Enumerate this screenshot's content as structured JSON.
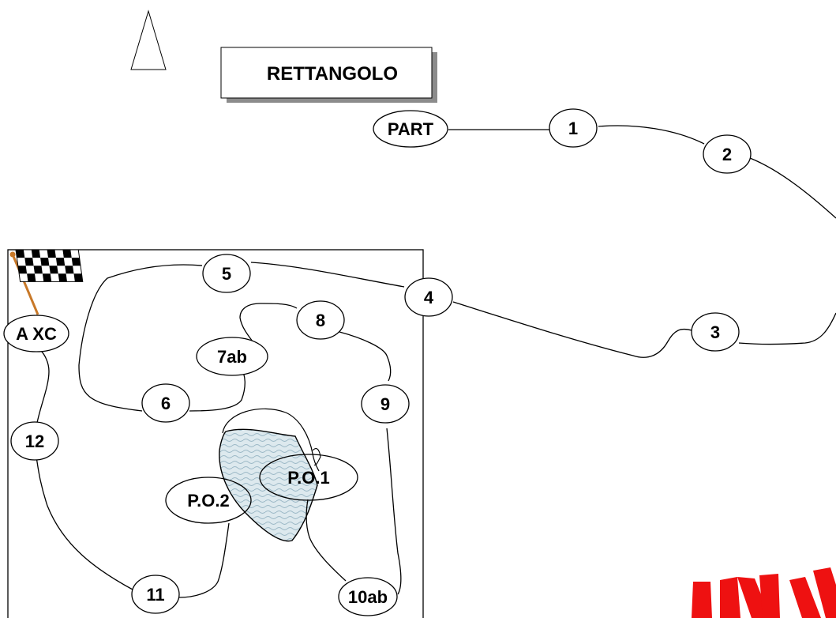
{
  "title_box": {
    "text": "RETTANGOLO"
  },
  "start_label": "PART",
  "finish_label": "A XC",
  "fences": [
    {
      "id": "1",
      "label": "1"
    },
    {
      "id": "2",
      "label": "2"
    },
    {
      "id": "3",
      "label": "3"
    },
    {
      "id": "4",
      "label": "4"
    },
    {
      "id": "5",
      "label": "5"
    },
    {
      "id": "6",
      "label": "6"
    },
    {
      "id": "7",
      "label": "7ab"
    },
    {
      "id": "8",
      "label": "8"
    },
    {
      "id": "9",
      "label": "9"
    },
    {
      "id": "10",
      "label": "10ab"
    },
    {
      "id": "11",
      "label": "11"
    },
    {
      "id": "12",
      "label": "12"
    }
  ],
  "penalty_zones": [
    {
      "id": "po1",
      "label": "P.O.1"
    },
    {
      "id": "po2",
      "label": "P.O.2"
    }
  ],
  "colors": {
    "line": "#000000",
    "water_fill": "#dde9ee",
    "water_wave": "#9bb8c6",
    "logo_red": "#ee1111",
    "flag_pole": "#c87828"
  },
  "icons": [
    "north-arrow-icon",
    "checkered-flag-icon",
    "logo-mark"
  ]
}
